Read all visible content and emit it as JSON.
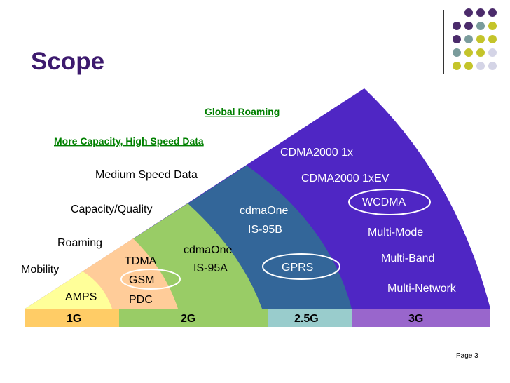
{
  "slide": {
    "title": "Scope",
    "page_label": "Page 3"
  },
  "decor": {
    "dot_colors": [
      "#4b2b6b",
      "#7a9c9c",
      "#c4c42a",
      "#d4d4e6"
    ]
  },
  "diagram": {
    "requirements": {
      "global_roaming": "Global Roaming",
      "capacity_speed": "More Capacity, High Speed Data",
      "medium_speed": "Medium Speed Data",
      "capacity_quality": "Capacity/Quality",
      "roaming": "Roaming",
      "mobility": "Mobility"
    },
    "g1": {
      "amps": "AMPS"
    },
    "g2": {
      "tdma": "TDMA",
      "gsm": "GSM",
      "pdc": "PDC",
      "cdmaone": "cdmaOne",
      "is95a": "IS-95A"
    },
    "g25": {
      "cdmaone": "cdmaOne",
      "is95b": "IS-95B",
      "gprs": "GPRS"
    },
    "g3": {
      "cdma2000_1x": "CDMA2000 1x",
      "cdma2000_1xev": "CDMA2000 1xEV",
      "wcdma": "WCDMA",
      "multi_mode": "Multi-Mode",
      "multi_band": "Multi-Band",
      "multi_network": "Multi-Network"
    },
    "generations": [
      "1G",
      "2G",
      "2.5G",
      "3G"
    ],
    "colors": {
      "g1": "#ffff99",
      "g2a": "#ffcc99",
      "g2b": "#99cc66",
      "g25": "#336699",
      "g3": "#4f26c4",
      "bar1": "#ffcc66",
      "bar2": "#99cc66",
      "bar25": "#99cccc",
      "bar3": "#9966cc",
      "title": "#3d1a6e",
      "green_text": "#008000"
    }
  }
}
